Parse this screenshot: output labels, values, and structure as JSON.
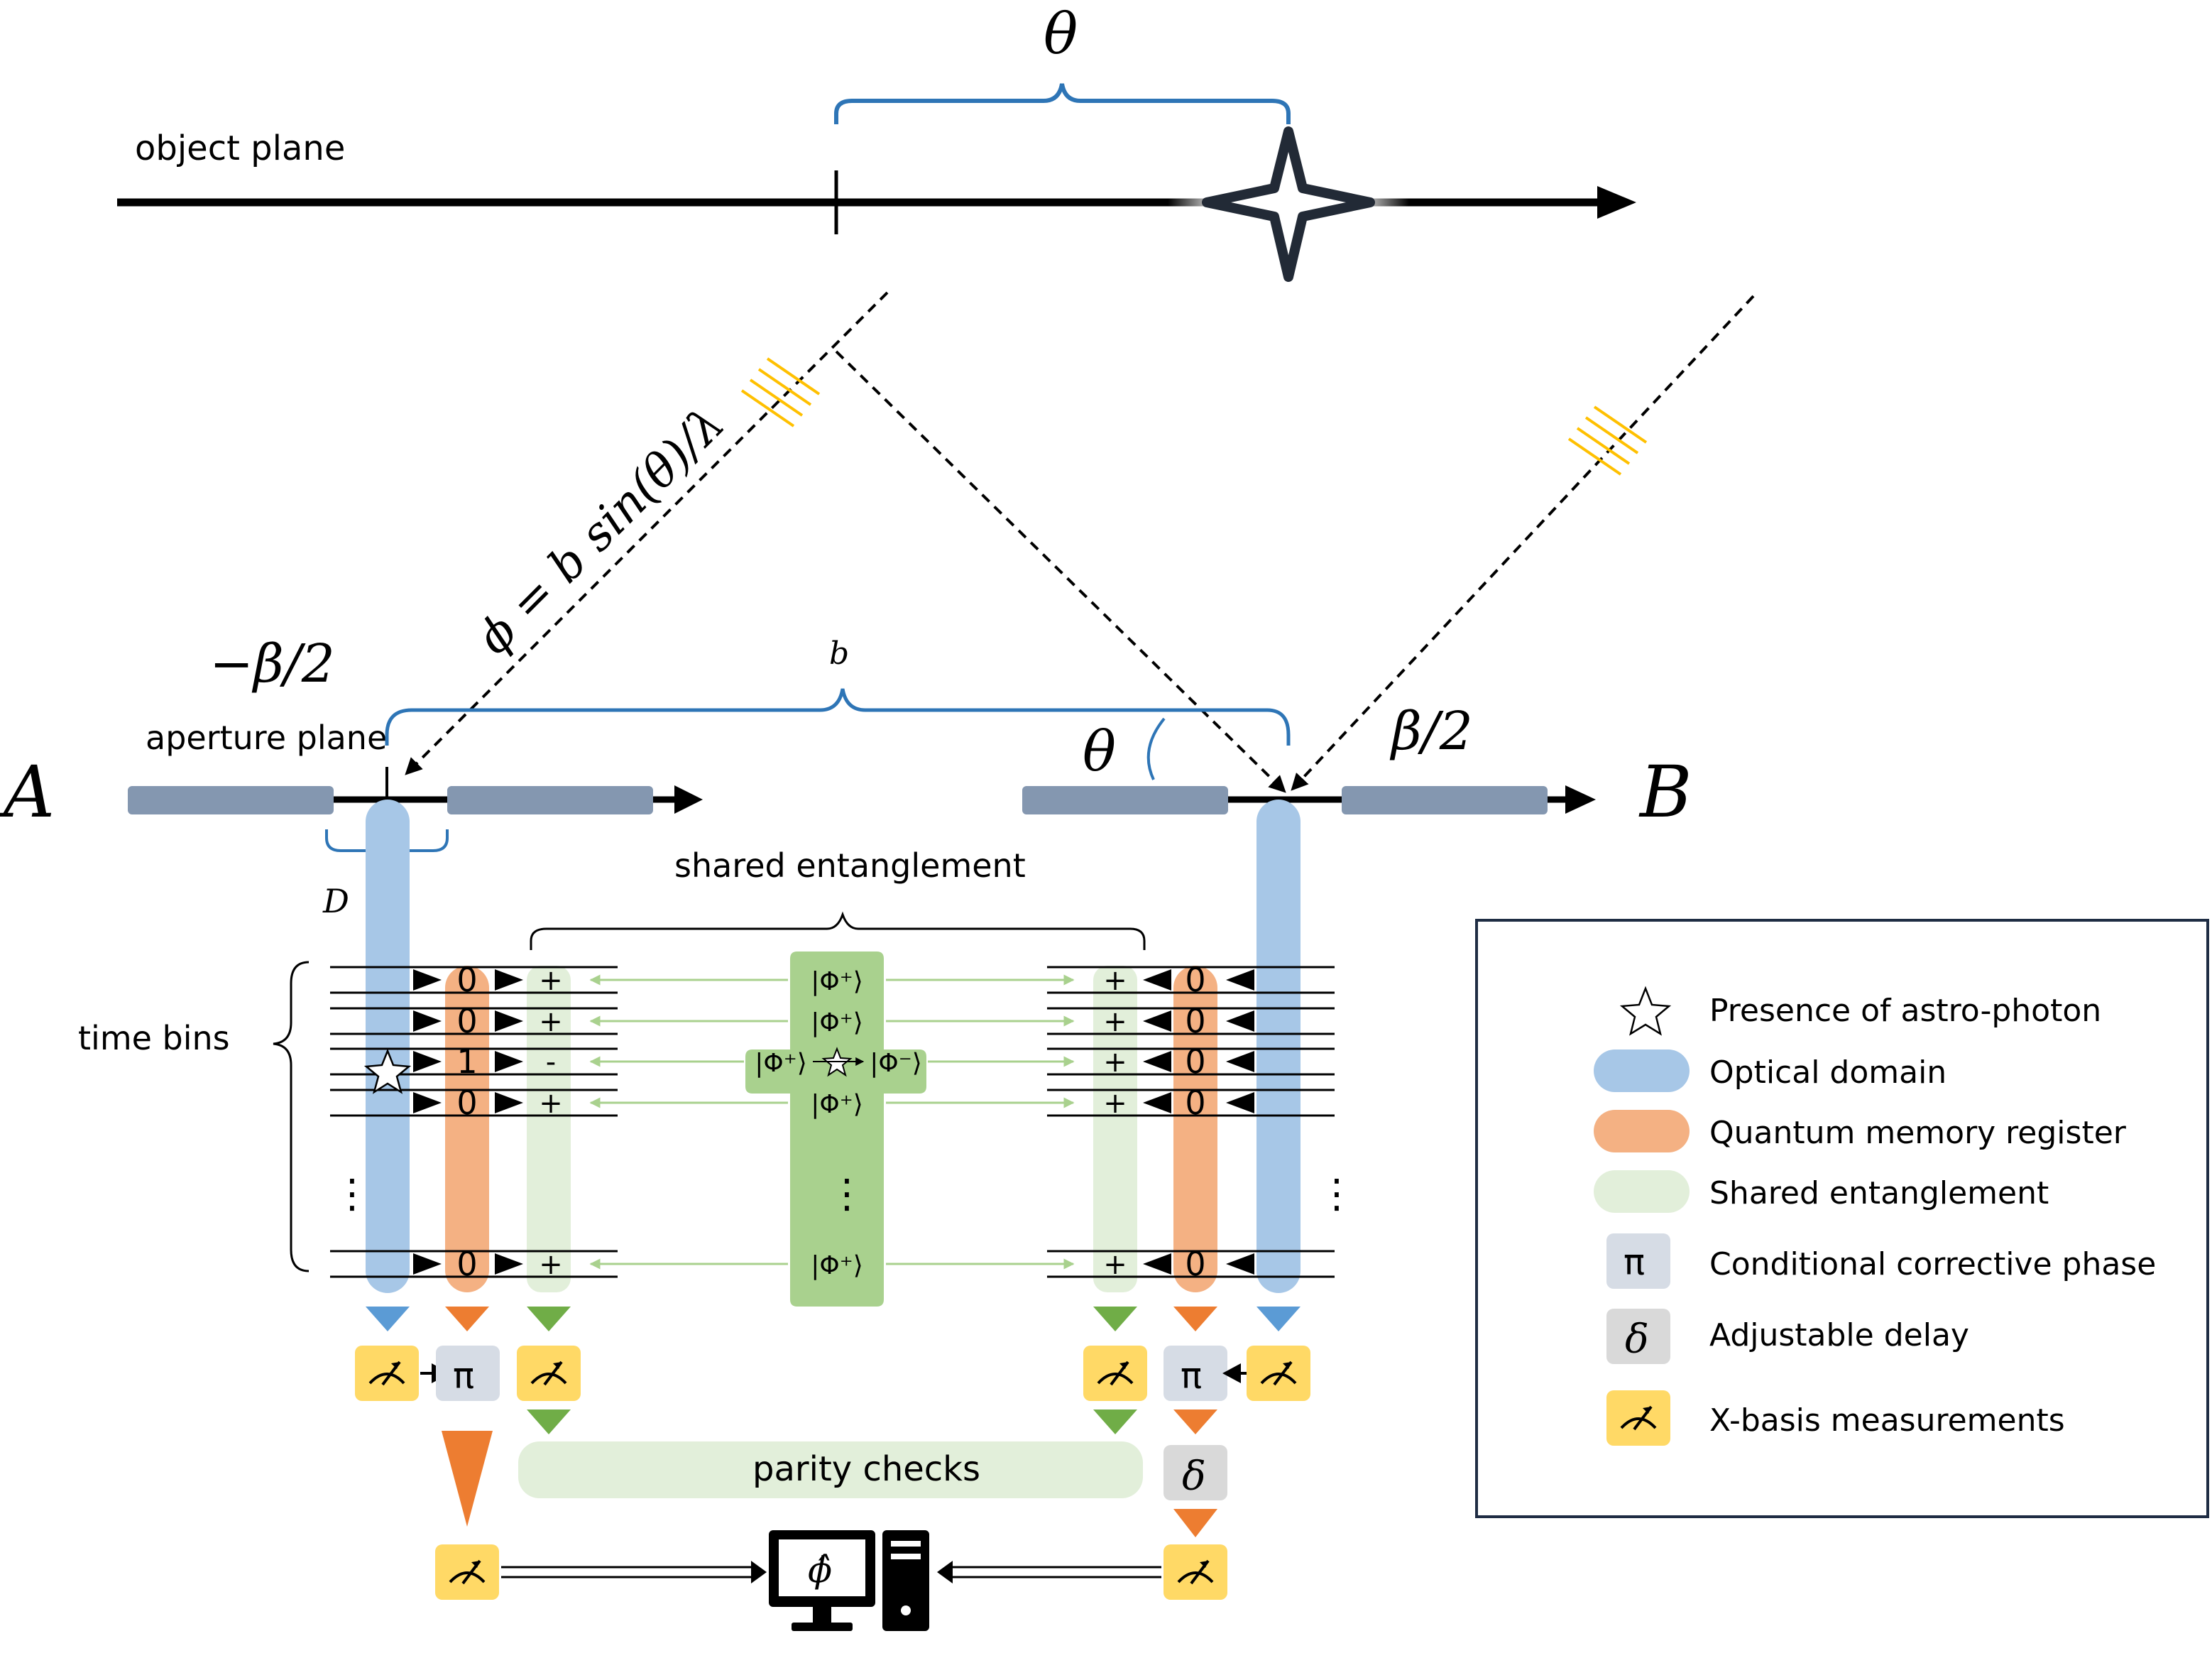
{
  "object_plane": {
    "label": "object plane",
    "theta": "θ"
  },
  "aperture": {
    "label": "aperture plane",
    "node_a": "A",
    "node_b": "B",
    "neg_beta": "−β/2",
    "pos_beta": "β/2",
    "baseline": "b",
    "diameter": "D",
    "theta": "θ",
    "phase_eq": "ϕ = b sin(θ)/λ"
  },
  "time_bins_label": "time bins",
  "shared_entanglement_label": "shared entanglement",
  "left_bits": [
    "0",
    "0",
    "1",
    "0",
    "0"
  ],
  "left_signs": [
    "+",
    "+",
    "-",
    "+",
    "+"
  ],
  "right_bits": [
    "0",
    "0",
    "0",
    "0",
    "0"
  ],
  "right_signs": [
    "+",
    "+",
    "+",
    "+",
    "+"
  ],
  "bell_states": [
    "|Φ⁺⟩",
    "|Φ⁺⟩",
    "|Φ⁺⟩",
    "|Φ⁺⟩"
  ],
  "bell_swap": {
    "left": "|Φ⁺⟩",
    "right": "|Φ⁻⟩"
  },
  "ellipsis": "⋮",
  "pi_label": "π",
  "delta_label": "δ",
  "parity_checks_label": "parity checks",
  "estimator_label": "ϕ̂",
  "legend": {
    "items": [
      {
        "label": "Presence of astro-photon",
        "icon": "star-icon"
      },
      {
        "label": "Optical domain",
        "color": "#a7c7e7"
      },
      {
        "label": "Quantum memory register",
        "color": "#f4b183"
      },
      {
        "label": "Shared entanglement",
        "color": "#e2efda"
      },
      {
        "label": "Conditional corrective phase",
        "symbol": "π"
      },
      {
        "label": "Adjustable delay",
        "symbol": "δ"
      },
      {
        "label": "X-basis measurements",
        "icon": "meter-icon"
      }
    ]
  },
  "colors": {
    "optical": "#a7c7e7",
    "memory": "#f4b183",
    "entangle": "#e2efda",
    "bell": "#a9d18e",
    "meter": "#ffd966",
    "pi_box": "#d6dce5",
    "delta_box": "#d9d9d9",
    "bracket": "#2e75b6",
    "wave": "#ffc000",
    "arrow_green": "#a9d18e",
    "tri_blue": "#5b9bd5",
    "tri_orange": "#ed7d31",
    "tri_green": "#70ad47"
  }
}
